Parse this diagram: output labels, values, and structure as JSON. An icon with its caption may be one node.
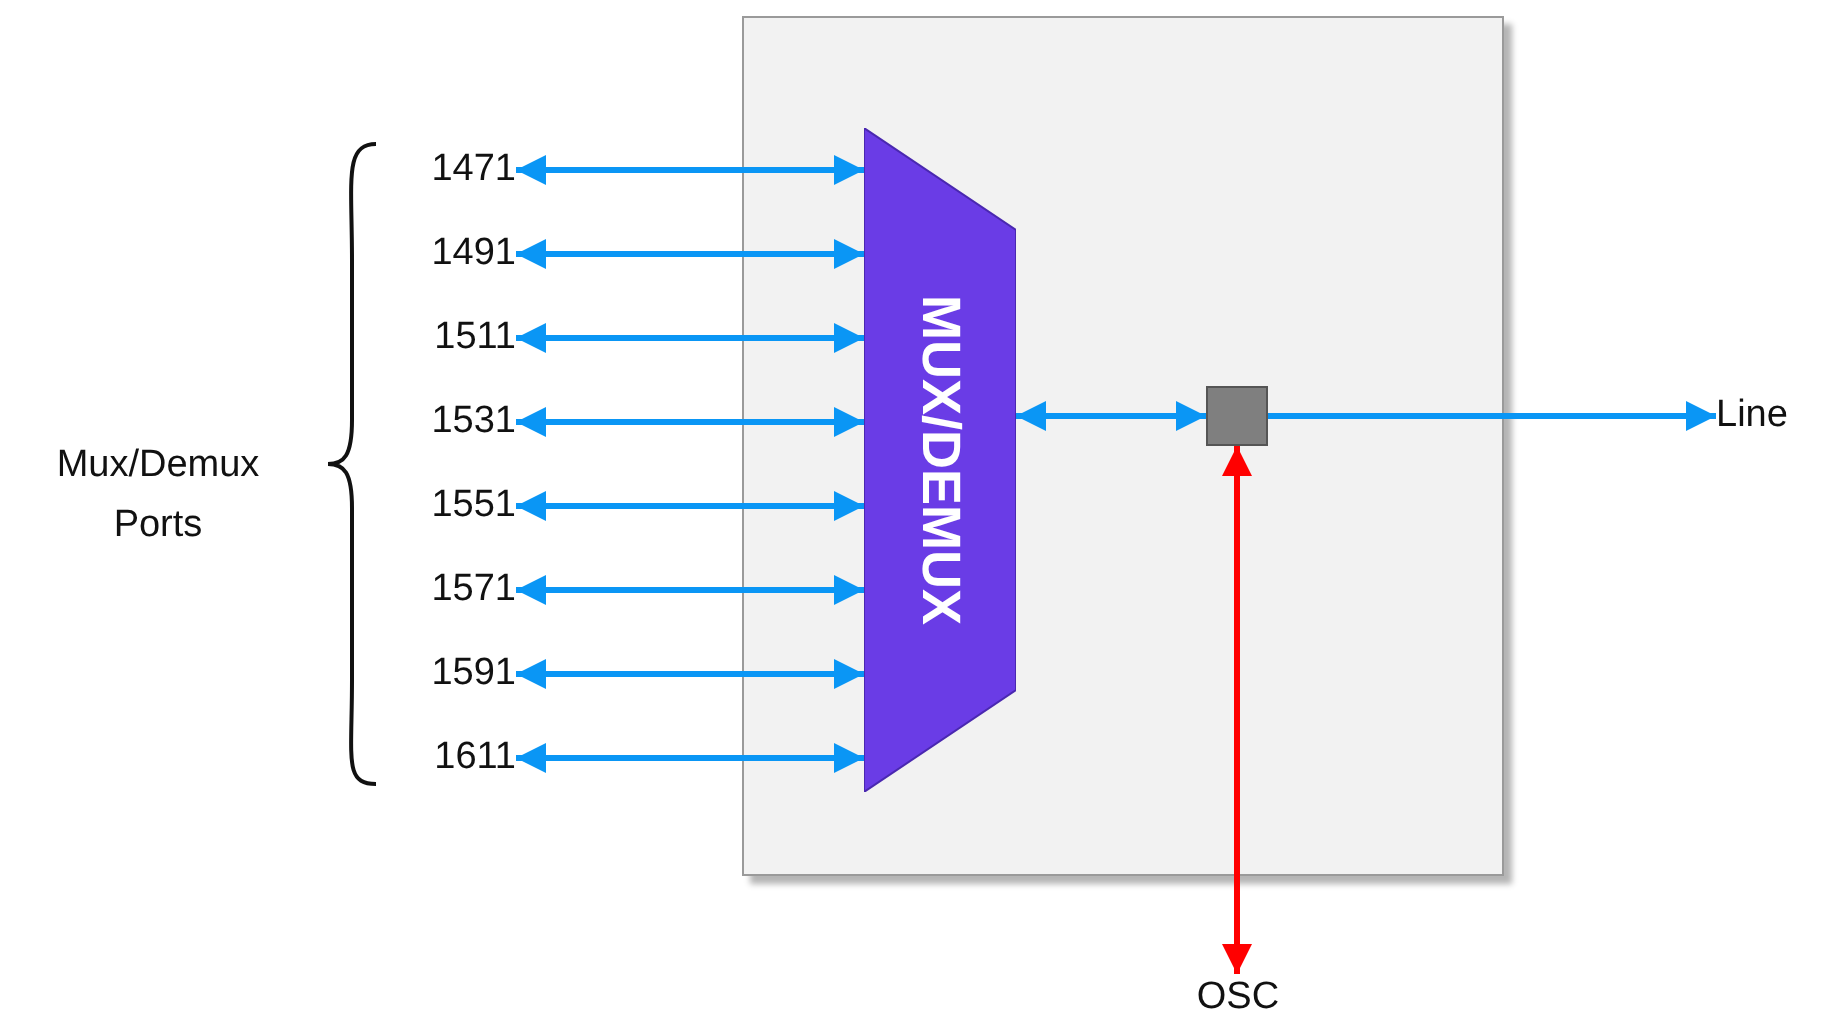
{
  "diagram": {
    "nodes": [
      {
        "text": [],
        "shape": "box"
      },
      {
        "text": [
          "MUX/DEMUX"
        ],
        "in": 0
      },
      {
        "text": [],
        "shape": "box",
        "in": 0
      },
      {
        "text": [
          "1471"
        ]
      },
      {
        "text": [
          "1491"
        ]
      },
      {
        "text": [
          "1511"
        ]
      },
      {
        "text": [
          "1531"
        ]
      },
      {
        "text": [
          "1551"
        ]
      },
      {
        "text": [
          "1571"
        ]
      },
      {
        "text": [
          "1591"
        ]
      },
      {
        "text": [
          "1611"
        ]
      },
      {
        "text": [
          "Line"
        ]
      },
      {
        "text": [
          "OSC"
        ]
      }
    ],
    "edges": [
      {
        "from": 3,
        "to": 1,
        "arrow": "both"
      },
      {
        "from": 4,
        "to": 1,
        "arrow": "both"
      },
      {
        "from": 5,
        "to": 1,
        "arrow": "both"
      },
      {
        "from": 6,
        "to": 1,
        "arrow": "both"
      },
      {
        "from": 7,
        "to": 1,
        "arrow": "both"
      },
      {
        "from": 8,
        "to": 1,
        "arrow": "both"
      },
      {
        "from": 9,
        "to": 1,
        "arrow": "both"
      },
      {
        "from": 10,
        "to": 1,
        "arrow": "both"
      },
      {
        "from": 1,
        "to": 2,
        "arrow": "both"
      },
      {
        "from": 2,
        "to": 11,
        "arrow": "to"
      },
      {
        "from": 2,
        "to": 12,
        "arrow": "both",
        "color": "#ff0000"
      }
    ],
    "labels": [
      "Mux/Demux Ports"
    ]
  }
}
